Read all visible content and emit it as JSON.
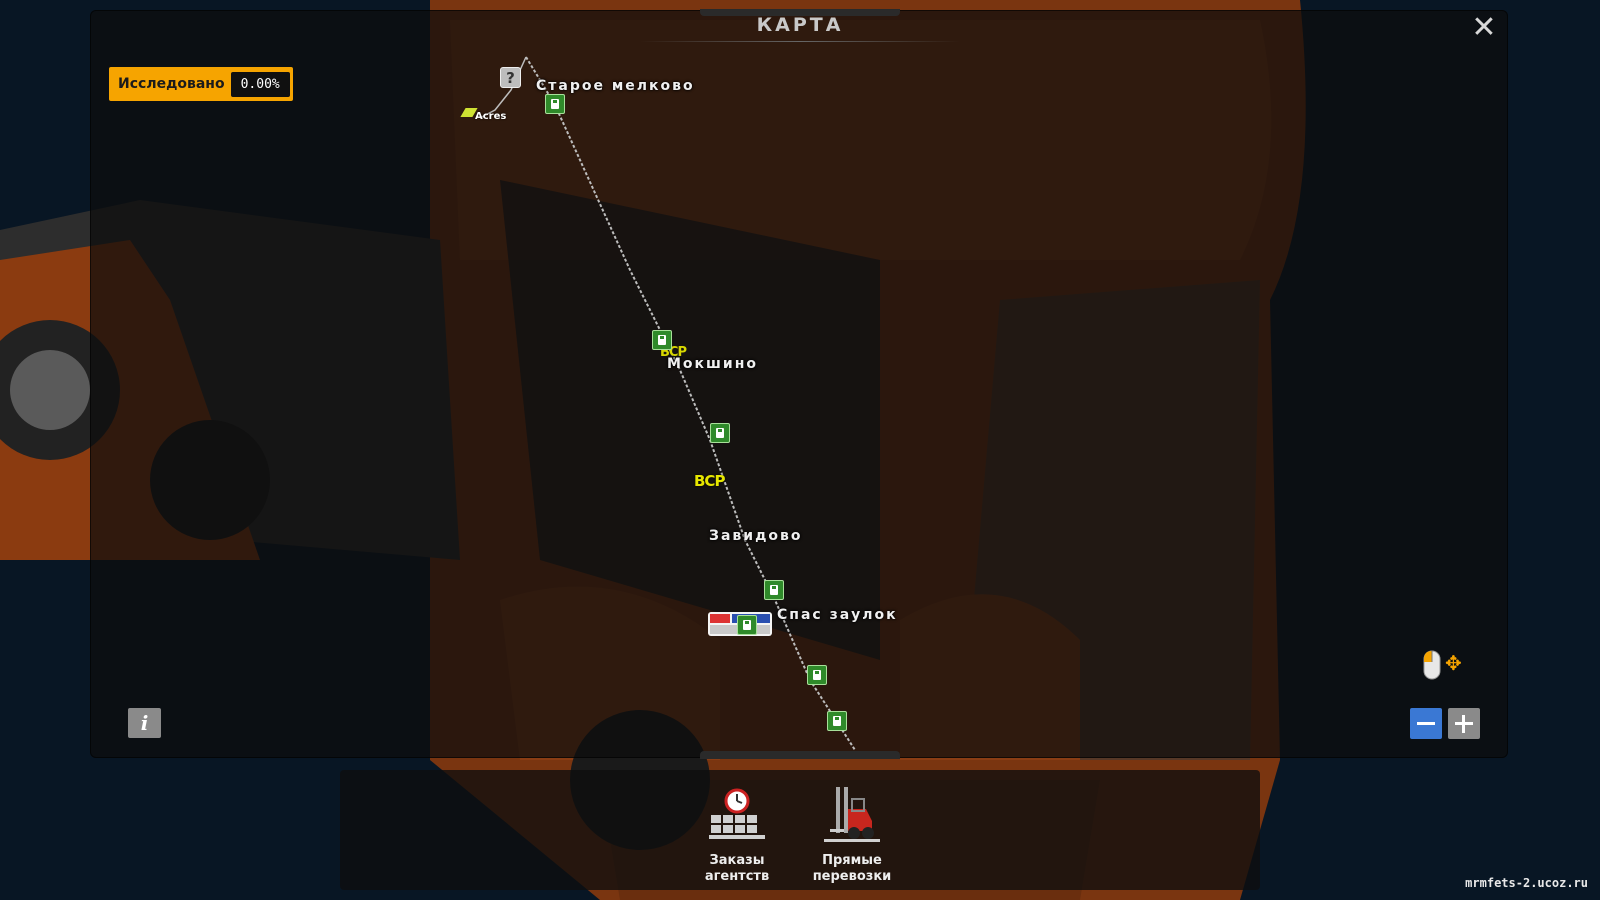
{
  "window": {
    "title": "КАРТА"
  },
  "explored": {
    "label": "Исследовано",
    "value": "0.00%"
  },
  "cities": [
    {
      "name": "Старое мелково"
    },
    {
      "name": "Мокшино"
    },
    {
      "name": "Завидово"
    },
    {
      "name": "Спас заулок"
    }
  ],
  "companies": {
    "acres": "Acres",
    "bcp": "BCP"
  },
  "unknown_marker": "?",
  "info_button": "i",
  "dock": {
    "items": [
      {
        "label_line1": "Заказы",
        "label_line2": "агентств"
      },
      {
        "label_line1": "Прямые",
        "label_line2": "перевозки"
      }
    ]
  },
  "watermark": "mrmfets-2.ucoz.ru",
  "colors": {
    "accent": "#f6a400",
    "fuel": "#2f8a2a",
    "zoom_active": "#3a78d4"
  }
}
